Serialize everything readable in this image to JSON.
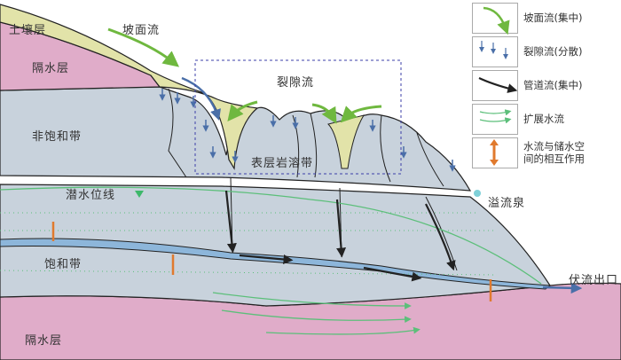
{
  "labels": {
    "soil": "土壤层",
    "aquiclude_top": "隔水层",
    "slope_flow": "坡面流",
    "fissure_flow": "裂隙流",
    "unsaturated_zone": "非饱和带",
    "epikarst_zone": "表层岩溶带",
    "water_table": "潜水位线",
    "overflow_spring": "溢流泉",
    "saturated_zone": "饱和带",
    "underground_outlet": "伏流出口",
    "aquiclude_bottom": "隔水层"
  },
  "legend": [
    {
      "icon": "green-curved-arrow-icon",
      "label": "坡面流(集中)"
    },
    {
      "icon": "blue-down-arrows-icon",
      "label": "裂隙流(分散)"
    },
    {
      "icon": "black-arrow-icon",
      "label": "管道流(集中)"
    },
    {
      "icon": "green-double-arrow-icon",
      "label": "扩展水流"
    },
    {
      "icon": "orange-double-arrow-icon",
      "label": "水流与储水空间的相互作用"
    }
  ],
  "colors": {
    "soil": "#e2e3a9",
    "aquiclude": "#e0acc9",
    "rock": "#c8d2dc",
    "conduit": "#8db6da",
    "slope_flow": "#6fb83f",
    "fissure": "#4a6fa8",
    "interaction": "#e07a2e",
    "expand": "#5cbf7a"
  }
}
